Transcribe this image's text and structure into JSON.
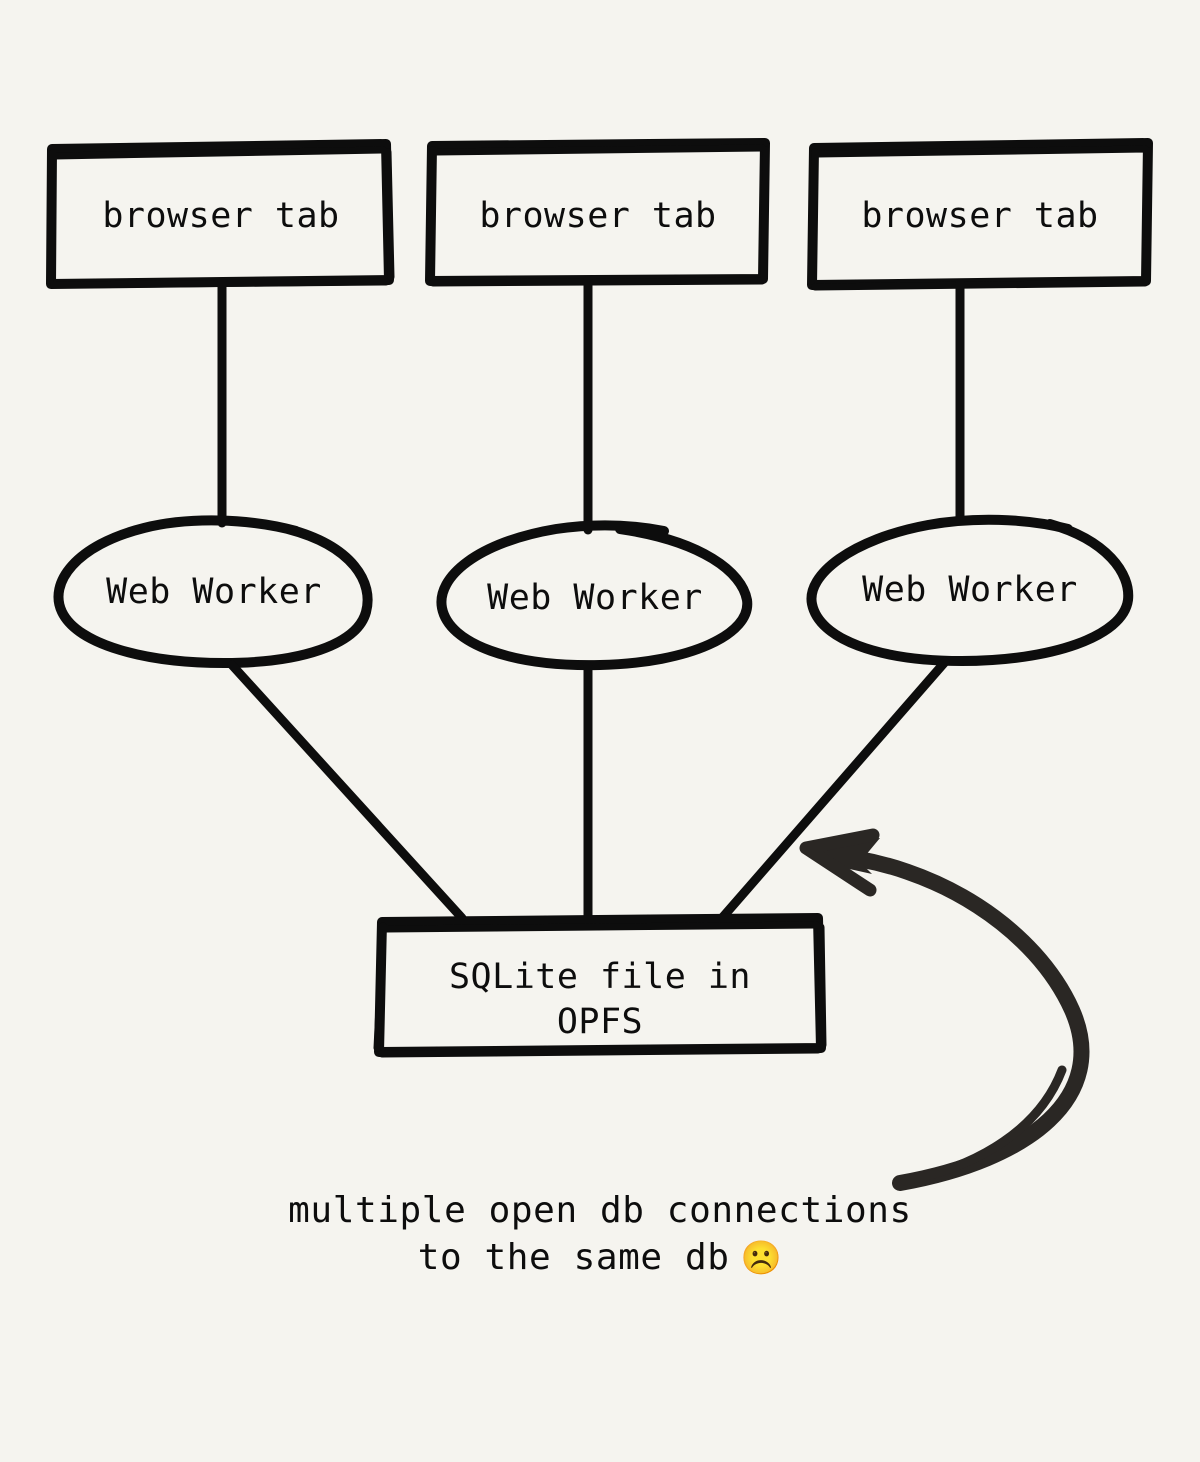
{
  "diagram": {
    "title": "multiple open db connections to the same db",
    "background_color": "#f5f4ef",
    "stroke_color": "#0d0d0d",
    "arrow_color": "#2a2724",
    "style": "hand-drawn",
    "tabs": [
      {
        "label": "browser tab"
      },
      {
        "label": "browser tab"
      },
      {
        "label": "browser tab"
      }
    ],
    "workers": [
      {
        "label": "Web Worker"
      },
      {
        "label": "Web Worker"
      },
      {
        "label": "Web Worker"
      }
    ],
    "storage": {
      "label_line1": "SQLite file in",
      "label_line2": "OPFS"
    },
    "annotation": {
      "line1": "multiple open db connections",
      "line2": "to the same db",
      "emoji": "☹",
      "emoji_name": "frowning-face"
    }
  }
}
